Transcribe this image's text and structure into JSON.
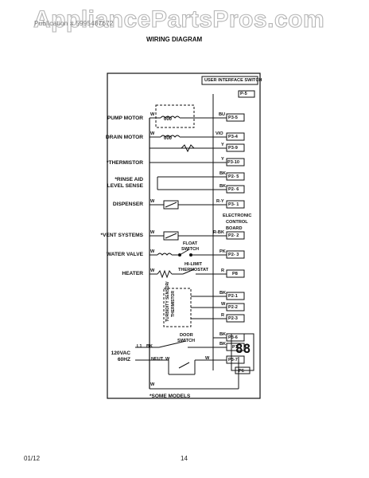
{
  "watermark": "AppliancePartsPros.com",
  "header": {
    "left": "Publication # 5995487672",
    "title": "WIRING DIAGRAM"
  },
  "left_labels": {
    "pump_motor": "PUMP MOTOR",
    "drain_motor": "DRAIN MOTOR",
    "thermistor": "*THERMISTOR",
    "rinse_aid_1": "*RINSE AID",
    "rinse_aid_2": "LEVEL SENSE",
    "dispenser": "DISPENSER",
    "vent_systems": "*VENT SYSTEMS",
    "water_valve": "WATER VALVE",
    "heater": "HEATER",
    "supply_1": "120VAC",
    "supply_2": "60HZ"
  },
  "components": {
    "float_switch_1": "FLOAT",
    "float_switch_2": "SWITCH",
    "hi_limit_1": "HI-LIMIT",
    "hi_limit_2": "THERMOSTAT",
    "turbidity_1": "TURBIDITY SENSOR/",
    "turbidity_2": "THERMISTOR",
    "door_switch_1": "DOOR",
    "door_switch_2": "SWITCH",
    "line": "L1",
    "neutral": "NEUT",
    "ui_switch": "USER INTERFACE SWITCH",
    "board_1": "ELECTRONIC",
    "board_2": "CONTROL",
    "board_3": "BOARD",
    "display_digits": "88"
  },
  "connectors": {
    "p5": "P-5",
    "p35": "P3-5",
    "p34": "P3-4",
    "p39": "P3-9",
    "p310": "P3-10",
    "p25": "P2- 5",
    "p26": "P2- 6",
    "p31": "P3- 1",
    "p22a": "P2- 2",
    "p23a": "P2- 3",
    "p8": "P8",
    "p21": "P2-1",
    "p22b": "P2-2",
    "p23b": "P2-3",
    "p36": "P3-6",
    "p1": "P1",
    "p37": "P3-7",
    "p6": "P6"
  },
  "wire_colors": {
    "bu": "BU",
    "vio": "VIO",
    "y": "Y",
    "bk": "BK",
    "r_y": "R-Y",
    "r_bk": "R-BK",
    "pk": "PK",
    "r": "R",
    "w": "W"
  },
  "note": "*SOME MODELS",
  "footer": {
    "date": "01/12",
    "page": "14"
  }
}
